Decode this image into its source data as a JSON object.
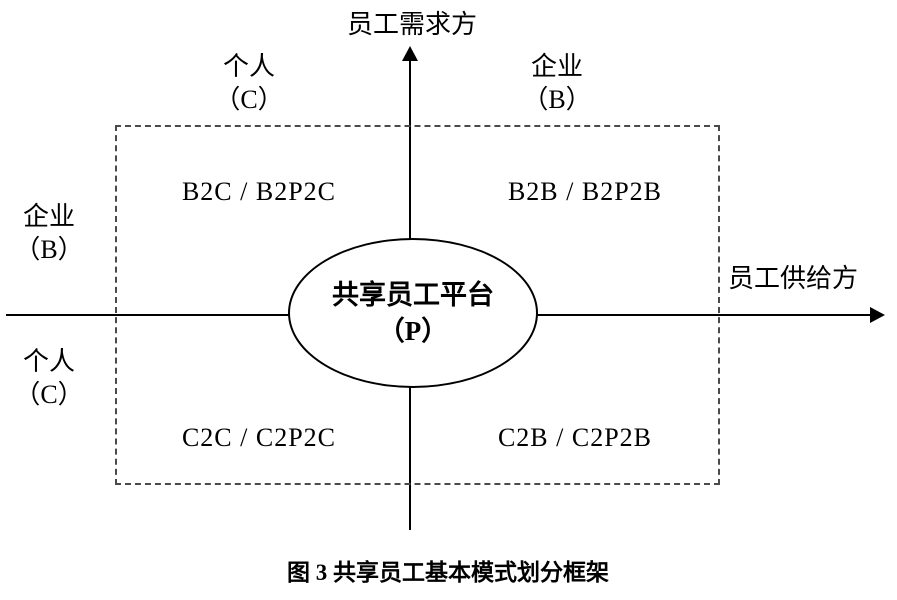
{
  "diagram": {
    "axis_top_label": "员工需求方",
    "axis_right_label": "员工供给方",
    "headers": {
      "top_left": {
        "l1": "个人",
        "l2": "（C）"
      },
      "top_right": {
        "l1": "企业",
        "l2": "（B）"
      },
      "left_upper": {
        "l1": "企业",
        "l2": "（B）"
      },
      "left_lower": {
        "l1": "个人",
        "l2": "（C）"
      }
    },
    "quadrants": {
      "top_left": "B2C / B2P2C",
      "top_right": "B2B / B2P2B",
      "bottom_left": "C2C / C2P2C",
      "bottom_right": "C2B / C2P2B"
    },
    "center": {
      "l1": "共享员工平台",
      "l2": "（P）"
    },
    "caption": "图 3 共享员工基本模式划分框架"
  }
}
